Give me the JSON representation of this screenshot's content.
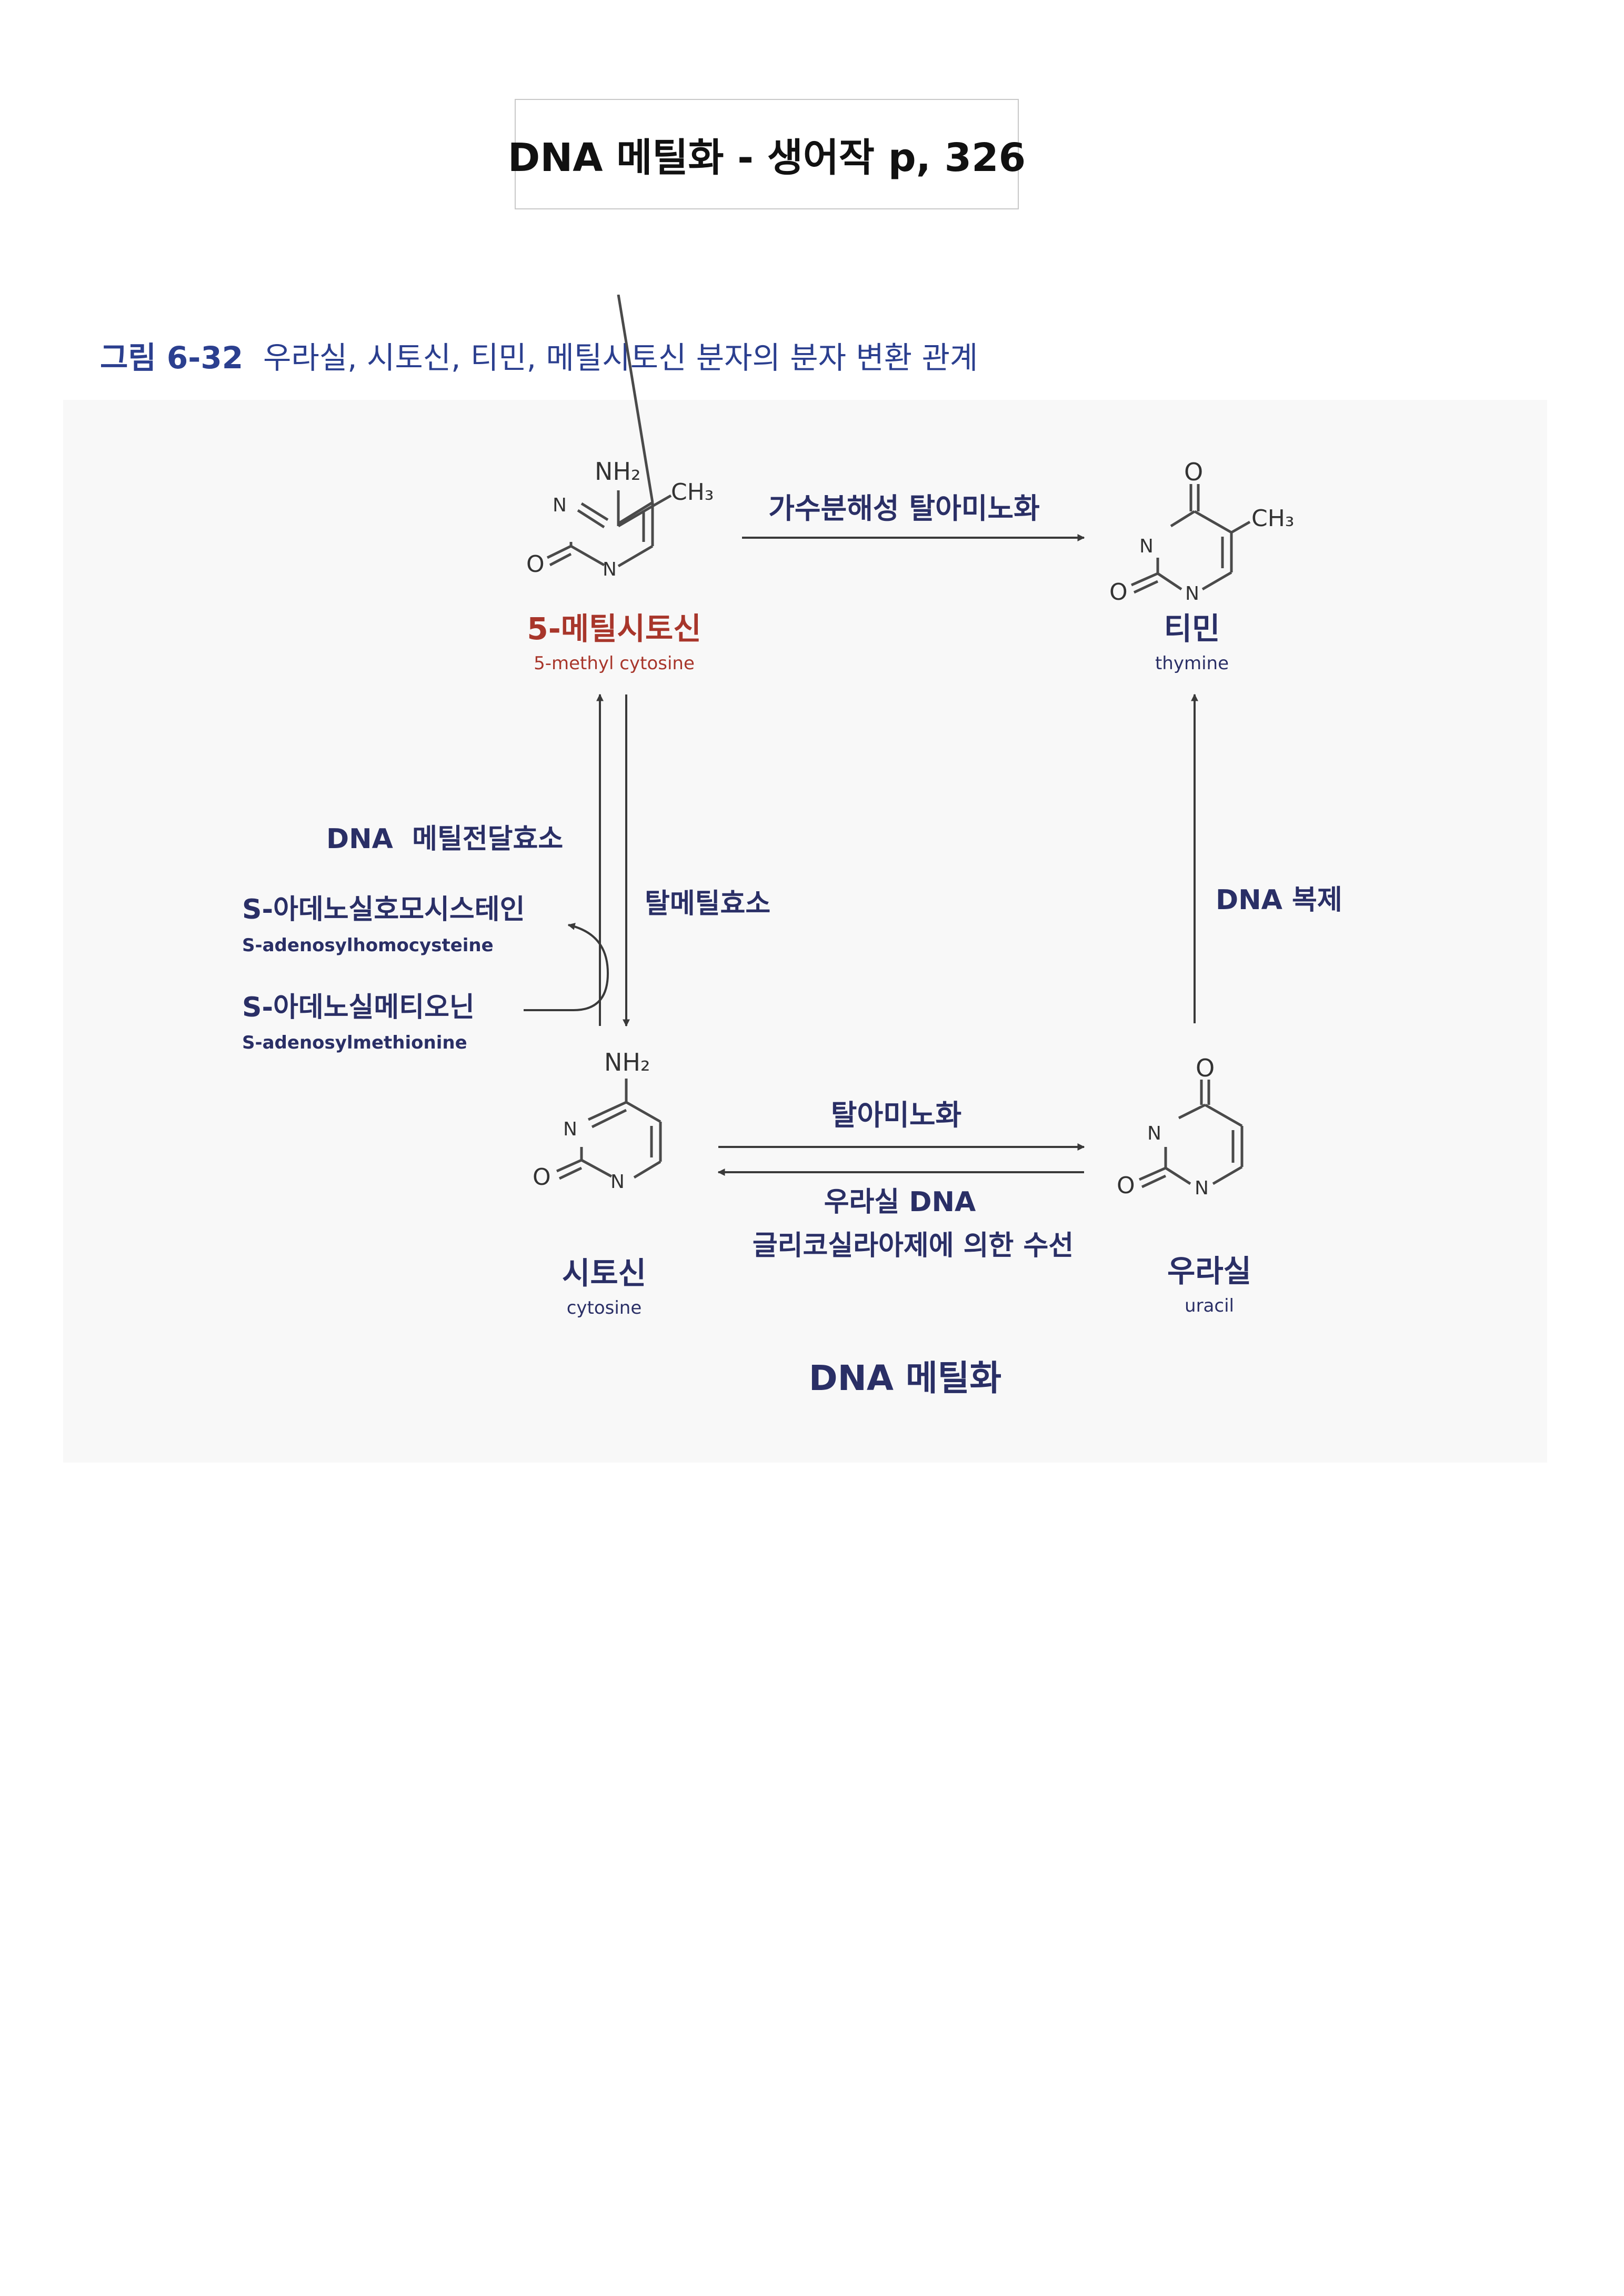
{
  "page": {
    "title": "DNA 메틸화 - 생어작 p, 326"
  },
  "figure": {
    "caption_number": "그림 6-32",
    "caption_text": "우라실, 시토신, 티민, 메틸시토신 분자의 분자 변환 관계",
    "bottom_title": "DNA 메틸화",
    "colors": {
      "caption_blue": "#2b3f8f",
      "label_navy": "#2a2f66",
      "mc_red": "#a8362b",
      "bond_gray": "#4a4a4a",
      "arrow": "#3a3a3a",
      "panel_bg": "#f8f8f8"
    }
  },
  "molecules": {
    "methylcytosine": {
      "name_ko": "5-메틸시토신",
      "name_en": "5-methyl cytosine",
      "nh2": "NH₂",
      "ch3": "CH₃",
      "o": "O",
      "n": "N"
    },
    "thymine": {
      "name_ko": "티민",
      "name_en": "thymine",
      "o_top": "O",
      "o_left": "O",
      "ch3": "CH₃",
      "n": "N"
    },
    "cytosine": {
      "name_ko": "시토신",
      "name_en": "cytosine",
      "nh2": "NH₂",
      "o": "O",
      "n": "N"
    },
    "uracil": {
      "name_ko": "우라실",
      "name_en": "uracil",
      "o_top": "O",
      "o_left": "O",
      "n": "N"
    }
  },
  "reactions": {
    "hydrolytic_deamination": "가수분해성 탈아미노화",
    "dna_methyltransferase": "DNA  메틸전달효소",
    "sah_ko": "S-아데노실호모시스테인",
    "sah_en": "S-adenosylhomocysteine",
    "sam_ko": "S-아데노실메티오닌",
    "sam_en": "S-adenosylmethionine",
    "demethylase": "탈메틸효소",
    "dna_replication": "DNA  복제",
    "deamination": "탈아미노화",
    "repair_line1": "우라실 DNA",
    "repair_line2": "글리코실라아제에 의한 수선"
  }
}
